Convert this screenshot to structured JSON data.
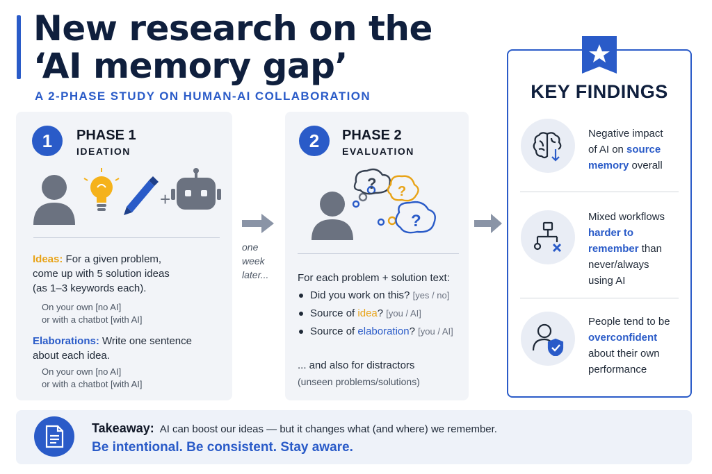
{
  "header": {
    "title_line1": "New research on the",
    "title_line2": "‘AI memory gap’",
    "subtitle": "A 2-PHASE STUDY ON HUMAN-AI COLLABORATION"
  },
  "phase1": {
    "number": "1",
    "label": "PHASE 1",
    "sub": "IDEATION",
    "ideas_label": "Ideas:",
    "ideas_text_1": "For a given problem,",
    "ideas_text_2": "come up with 5 solution ideas",
    "ideas_text_3": "(as 1–3 keywords each).",
    "ideas_own": "On your own [no AI]",
    "ideas_chatbot": "or with a chatbot [with AI]",
    "elab_label": "Elaborations:",
    "elab_text_1": "Write one sentence",
    "elab_text_2": "about each idea.",
    "elab_own": "On your own [no AI]",
    "elab_chatbot": "or with a chatbot [with AI]",
    "plus": "+"
  },
  "transition": {
    "line1": "one",
    "line2": "week",
    "line3": "later..."
  },
  "phase2": {
    "number": "2",
    "label": "PHASE 2",
    "sub": "EVALUATION",
    "intro": "For each problem + solution text:",
    "q1_text": "Did you work on this?",
    "q1_opts": "[yes / no]",
    "q2_pre": "Source of",
    "q2_key": "idea",
    "q2_post": "?",
    "q2_opts": "[you / AI]",
    "q3_pre": "Source of",
    "q3_key": "elaboration",
    "q3_post": "?",
    "q3_opts": "[you / AI]",
    "distract_1": "... and also for distractors",
    "distract_2": "(unseen problems/solutions)"
  },
  "findings": {
    "title": "KEY FINDINGS",
    "f1_a": "Negative impact",
    "f1_b": "of AI on",
    "f1_c": "source",
    "f1_d": "memory",
    "f1_e": "overall",
    "f2_a": "Mixed workflows",
    "f2_b": "harder to",
    "f2_c": "remember",
    "f2_d": "than",
    "f2_e": "never/always",
    "f2_f": "using AI",
    "f3_a": "People tend to be",
    "f3_b": "overconfident",
    "f3_c": "about their own",
    "f3_d": "performance"
  },
  "takeaway": {
    "label": "Takeaway:",
    "text": "AI can boost our ideas — but it changes what (and where) we remember.",
    "cta": "Be intentional. Be consistent. Stay aware."
  },
  "colors": {
    "accent": "#2a5bc8",
    "highlight": "#e8a317",
    "panel": "#f2f4f8",
    "navy": "#0f1f3d"
  },
  "icons": [
    "person-icon",
    "lightbulb-icon",
    "pencil-icon",
    "robot-icon",
    "question-bubble-icon",
    "brain-icon",
    "workflow-icon",
    "user-shield-icon",
    "document-icon",
    "star-ribbon-icon",
    "arrow-right-icon"
  ]
}
